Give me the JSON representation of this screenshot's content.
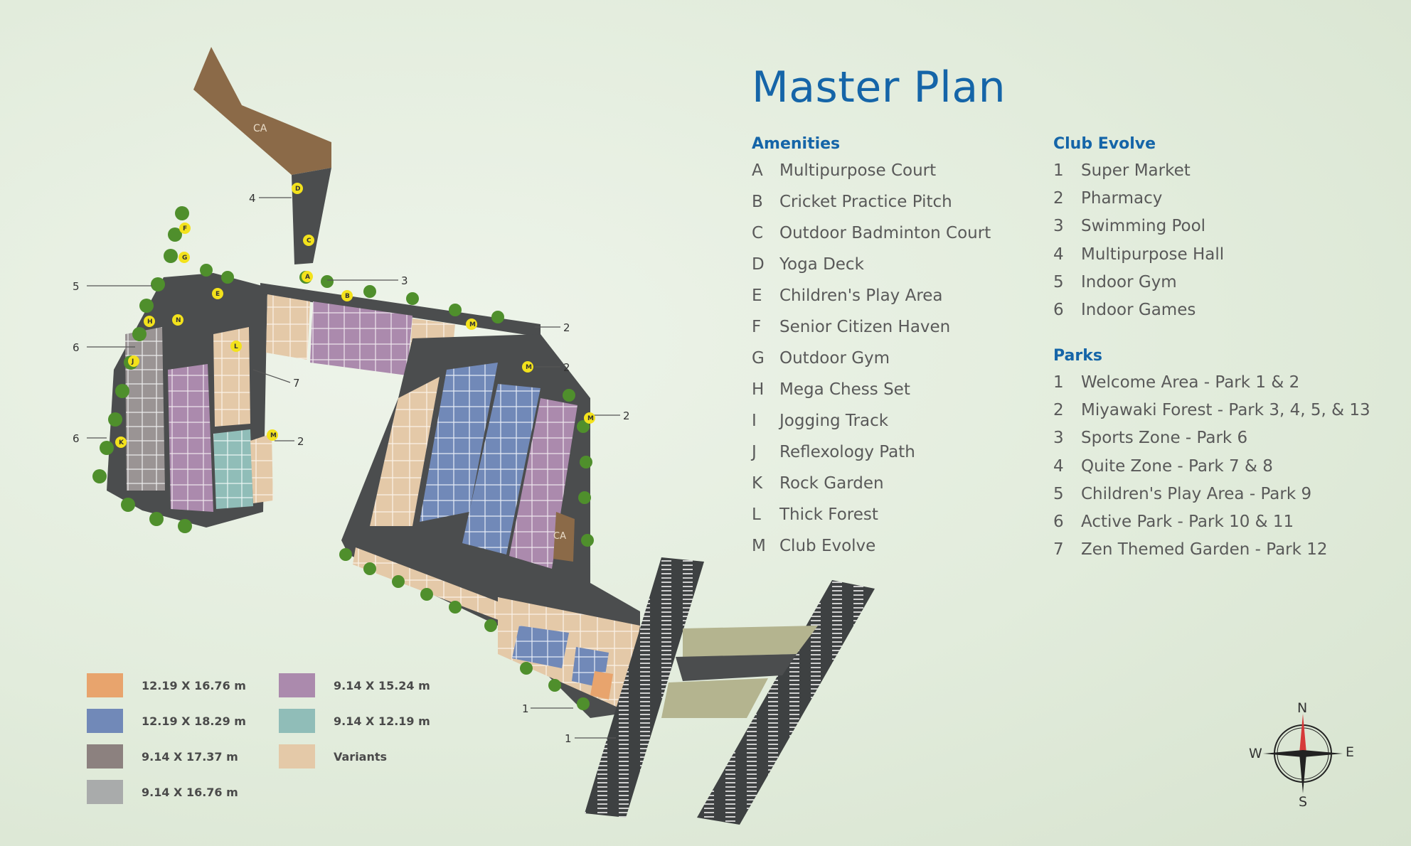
{
  "title": "Master Plan",
  "amenities": {
    "heading": "Amenities",
    "items": [
      {
        "key": "A",
        "label": "Multipurpose Court"
      },
      {
        "key": "B",
        "label": "Cricket Practice Pitch"
      },
      {
        "key": "C",
        "label": "Outdoor Badminton Court"
      },
      {
        "key": "D",
        "label": "Yoga Deck"
      },
      {
        "key": "E",
        "label": "Children's Play Area"
      },
      {
        "key": "F",
        "label": "Senior Citizen Haven"
      },
      {
        "key": "G",
        "label": "Outdoor Gym"
      },
      {
        "key": "H",
        "label": "Mega Chess Set"
      },
      {
        "key": "I",
        "label": "Jogging Track"
      },
      {
        "key": "J",
        "label": "Reflexology Path"
      },
      {
        "key": "K",
        "label": "Rock Garden"
      },
      {
        "key": "L",
        "label": "Thick Forest"
      },
      {
        "key": "M",
        "label": "Club Evolve"
      }
    ]
  },
  "club_evolve": {
    "heading": "Club Evolve",
    "items": [
      {
        "key": "1",
        "label": "Super Market"
      },
      {
        "key": "2",
        "label": "Pharmacy"
      },
      {
        "key": "3",
        "label": "Swimming Pool"
      },
      {
        "key": "4",
        "label": "Multipurpose Hall"
      },
      {
        "key": "5",
        "label": "Indoor Gym"
      },
      {
        "key": "6",
        "label": "Indoor Games"
      }
    ]
  },
  "parks": {
    "heading": "Parks",
    "items": [
      {
        "key": "1",
        "label": "Welcome Area - Park 1 & 2"
      },
      {
        "key": "2",
        "label": "Miyawaki Forest - Park 3, 4, 5, & 13"
      },
      {
        "key": "3",
        "label": "Sports Zone - Park 6"
      },
      {
        "key": "4",
        "label": "Quite Zone - Park 7 & 8"
      },
      {
        "key": "5",
        "label": "Children's Play Area - Park 9"
      },
      {
        "key": "6",
        "label": "Active Park - Park 10 & 11"
      },
      {
        "key": "7",
        "label": "Zen Themed Garden - Park 12"
      }
    ]
  },
  "legend": [
    {
      "label": "12.19 X 16.76 m",
      "color": "#e8a46d"
    },
    {
      "label": "12.19 X 18.29 m",
      "color": "#7189b8"
    },
    {
      "label": "9.14 X 17.37 m",
      "color": "#8c817f"
    },
    {
      "label": "9.14 X 16.76 m",
      "color": "#a9abab"
    },
    {
      "label": "9.14 X 15.24 m",
      "color": "#ab8aad"
    },
    {
      "label": "9.14 X 12.19 m",
      "color": "#90bdb8"
    },
    {
      "label": "Variants",
      "color": "#e4c9a8"
    }
  ],
  "map": {
    "ca_label": "CA",
    "callouts": [
      "4",
      "3",
      "5",
      "6",
      "7",
      "6",
      "2",
      "2",
      "2",
      "2",
      "1",
      "1"
    ],
    "amenity_markers": [
      "D",
      "C",
      "F",
      "G",
      "A",
      "B",
      "E",
      "H",
      "N",
      "L",
      "J",
      "K",
      "M",
      "M",
      "M",
      "M"
    ]
  },
  "compass": {
    "n": "N",
    "s": "S",
    "e": "E",
    "w": "W"
  },
  "colors": {
    "title": "#1565a8",
    "road": "#4b4d4e",
    "ca": "#8b6a48",
    "tree": "#4f8f2c",
    "marker": "#f3e21c"
  }
}
